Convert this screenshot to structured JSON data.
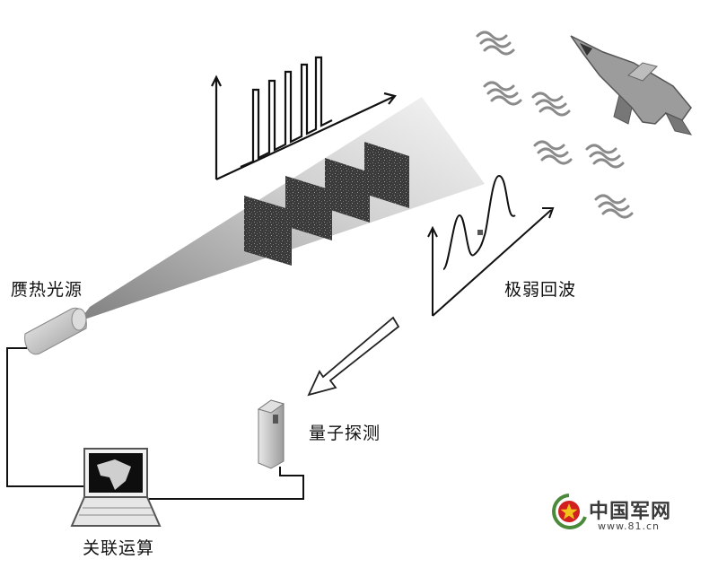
{
  "labels": {
    "thermal_source": "赝热光源",
    "weak_echo": "极弱回波",
    "quantum_detection": "量子探测",
    "correlation_computing": "关联运算"
  },
  "watermark": {
    "name": "中国军网",
    "url": "www.81.cn"
  },
  "colors": {
    "line": "#111111",
    "panel": "#3c3c3c",
    "beam": "#bdbdbd",
    "device": "#cfcfcf",
    "watermark_text": "#3a3a3a",
    "logo_red": "#d21f1f",
    "logo_green": "#4a8a3a",
    "logo_star": "#f2c21b"
  },
  "icons": {
    "source": "light-source-icon",
    "laptop": "laptop-icon",
    "detector": "detector-icon",
    "aircraft": "fighter-jet-icon",
    "chaff": "chaff-icon",
    "arrow": "arrow-icon",
    "logo": "star-logo-icon"
  }
}
